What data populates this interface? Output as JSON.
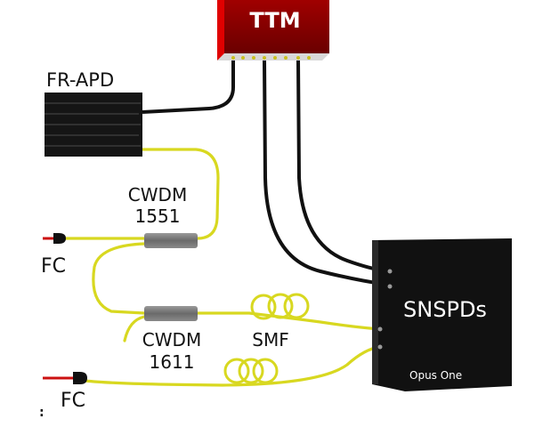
{
  "diagram": {
    "components": {
      "ttm": {
        "label": "TTM",
        "color": "#8b0000"
      },
      "fr_apd": {
        "label": "FR-APD"
      },
      "cwdm_1551": {
        "label_line1": "CWDM",
        "label_line2": "1551"
      },
      "cwdm_1611": {
        "label_line1": "CWDM",
        "label_line2": "1611"
      },
      "smf": {
        "label": "SMF"
      },
      "snspds": {
        "label": "SNSPDs",
        "sublabel": "Opus One"
      },
      "fc_top": {
        "label": "FC"
      },
      "fc_bottom": {
        "label": "FC"
      }
    },
    "colors": {
      "fiber": "#d8d820",
      "cable": "#111111",
      "laser": "#cc1111",
      "cwdm_body": "#707070"
    },
    "stray_mark": ":"
  }
}
